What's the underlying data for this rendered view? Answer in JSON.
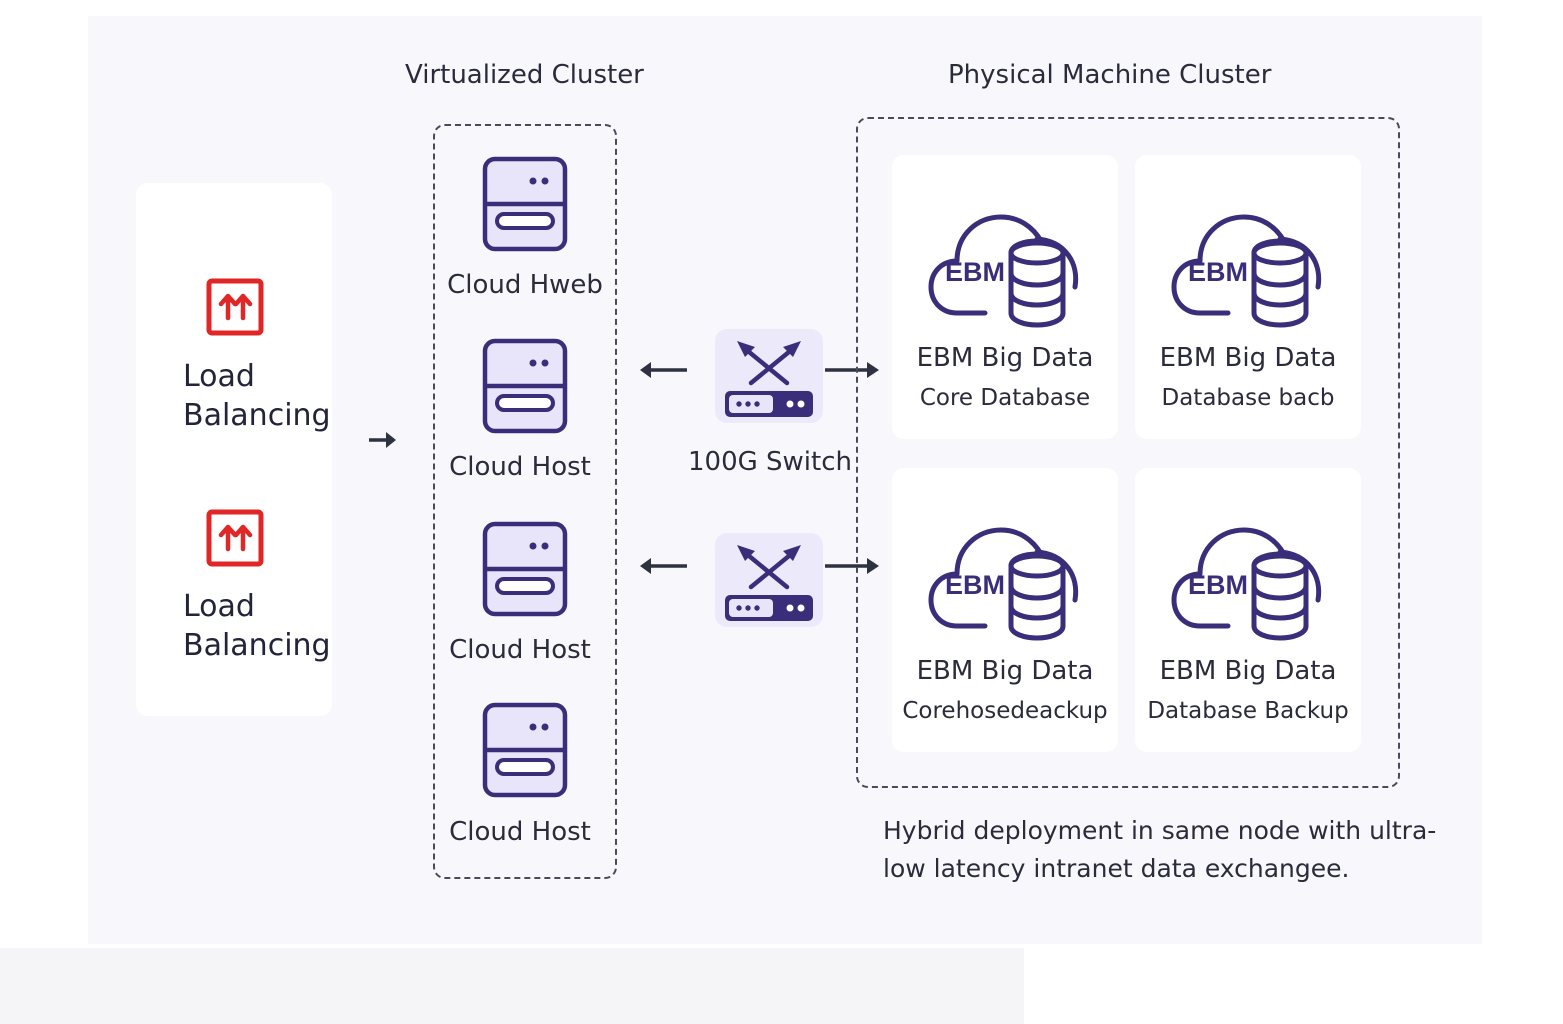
{
  "diagram": {
    "virtualized_cluster": {
      "title": "Virtualized Cluster",
      "hosts": [
        {
          "label": "Cloud Hweb",
          "icon": "server-icon"
        },
        {
          "label": "Cloud Host",
          "icon": "server-icon"
        },
        {
          "label": "Cloud Host",
          "icon": "server-icon"
        },
        {
          "label": "Cloud Host",
          "icon": "server-icon"
        }
      ]
    },
    "physical_cluster": {
      "title": "Physical Machine Cluster",
      "nodes": [
        {
          "badge": "EBM",
          "line1": "EBM Big Data",
          "line2": "Core Database",
          "icon": "cloud-database-icon"
        },
        {
          "badge": "EBM",
          "line1": "EBM Big Data",
          "line2": "Database bacb",
          "icon": "cloud-database-icon"
        },
        {
          "badge": "EBM",
          "line1": "EBM Big Data",
          "line2": "Corehosedeackup",
          "icon": "cloud-database-icon"
        },
        {
          "badge": "EBM",
          "line1": "EBM Big Data",
          "line2": "Database Backup",
          "icon": "cloud-database-icon"
        }
      ]
    },
    "load_balancers": [
      {
        "label": "Load Balancing",
        "icon": "load-balancer-icon"
      },
      {
        "label": "Load Balancing",
        "icon": "load-balancer-icon"
      }
    ],
    "switches": [
      {
        "label": "100G Switch",
        "icon": "network-switch-icon"
      },
      {
        "label": "",
        "icon": "network-switch-icon"
      }
    ],
    "note": "Hybrid deployment in same node with ultra-low latency intranet data exchangee.",
    "colors": {
      "accent": "#3a2e7a",
      "accent_fill": "#e8e4fa",
      "alert_red": "#e02626",
      "background": "#f8f8fc"
    }
  }
}
